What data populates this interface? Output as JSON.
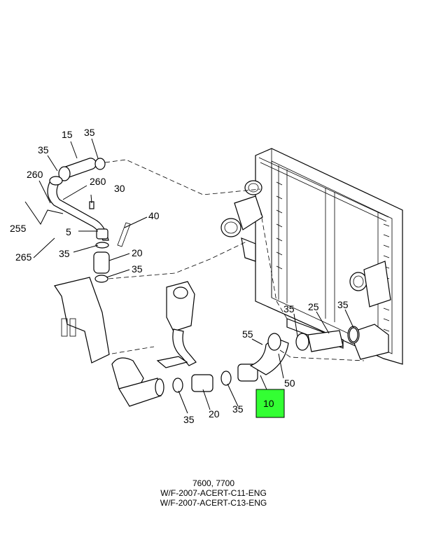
{
  "callouts": {
    "c15": "15",
    "c35a": "35",
    "c35b": "35",
    "c260a": "260",
    "c260b": "260",
    "c30": "30",
    "c255": "255",
    "c5": "5",
    "c40": "40",
    "c35c": "35",
    "c20a": "20",
    "c265": "265",
    "c35d": "35",
    "c35e": "35",
    "c25": "25",
    "c35f": "35",
    "c55": "55",
    "c50": "50",
    "c10": "10",
    "c35g": "35",
    "c20b": "20",
    "c35h": "35"
  },
  "highlight": {
    "part": "10",
    "color": "#33ff33"
  },
  "caption": {
    "line1": "7600, 7700",
    "line2": "W/F-2007-ACERT-C11-ENG",
    "line3": "W/F-2007-ACERT-C13-ENG"
  }
}
